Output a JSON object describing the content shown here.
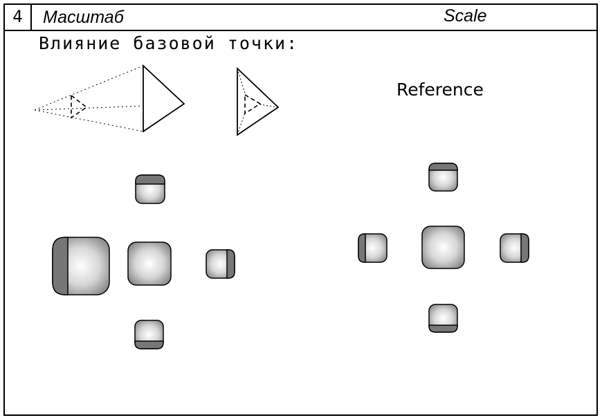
{
  "header": {
    "number": "4",
    "title_ru": "Масштаб",
    "title_en": "Scale"
  },
  "section": {
    "subtitle": "Влияние базовой точки:",
    "reference_label": "Reference"
  },
  "colors": {
    "line": "#000000",
    "cap": "#777777",
    "gradient_center": "#ffffff",
    "gradient_edge": "#8a8a8a"
  }
}
